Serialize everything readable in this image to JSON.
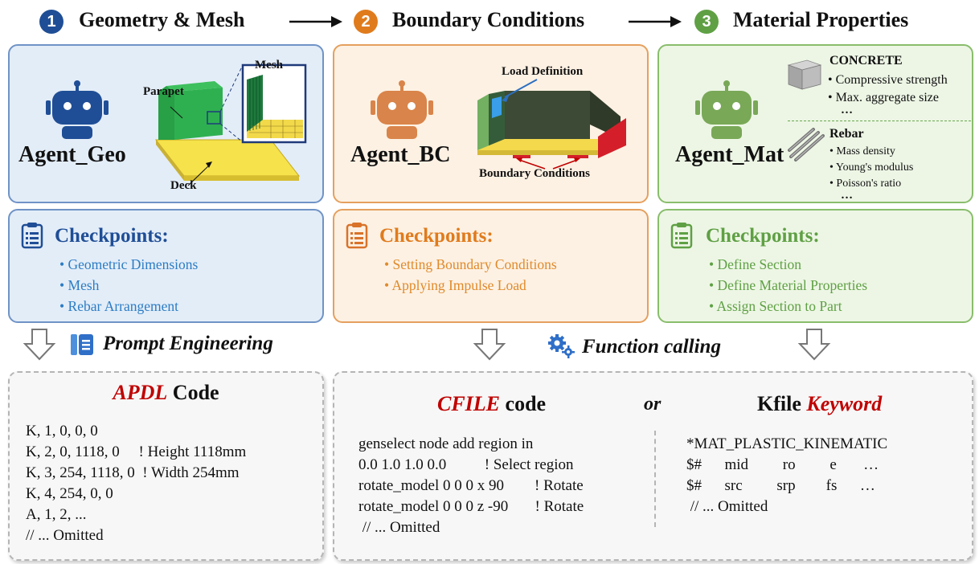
{
  "steps": [
    {
      "number": "1",
      "title": "Geometry & Mesh"
    },
    {
      "number": "2",
      "title": "Boundary Conditions"
    },
    {
      "number": "3",
      "title": "Material Properties"
    }
  ],
  "colors": {
    "geo": "#1f4e96",
    "bc": "#e07b1c",
    "mat": "#5fa044",
    "red": "#c00000"
  },
  "agents": {
    "geo": {
      "name": "Agent_Geo",
      "labels": {
        "mesh": "Mesh",
        "parapet": "Parapet",
        "deck": "Deck"
      }
    },
    "bc": {
      "name": "Agent_BC",
      "labels": {
        "load": "Load Definition",
        "boundary": "Boundary Conditions"
      }
    },
    "mat": {
      "name": "Agent_Mat",
      "concrete": {
        "title": "CONCRETE",
        "items": [
          "Compressive strength",
          "Max. aggregate size"
        ],
        "more": "…"
      },
      "rebar": {
        "title": "Rebar",
        "items": [
          "Mass density",
          "Young's modulus",
          "Poisson's ratio"
        ],
        "more": "…"
      }
    }
  },
  "checkpoints": {
    "title": "Checkpoints:",
    "geo": [
      "Geometric Dimensions",
      "Mesh",
      "Rebar Arrangement"
    ],
    "bc": [
      "Setting Boundary Conditions",
      "Applying Impulse Load"
    ],
    "mat": [
      "Define Section",
      "Define Material Properties",
      "Assign Section to Part"
    ]
  },
  "methods": {
    "prompt": "Prompt Engineering",
    "function": "Function calling"
  },
  "code": {
    "apdl": {
      "title_em": "APDL",
      "title_rest": " Code",
      "lines": [
        "K, 1, 0, 0, 0",
        "K, 2, 0, 1118, 0     ! Height 1118mm",
        "K, 3, 254, 1118, 0  ! Width 254mm",
        "K, 4, 254, 0, 0",
        "A, 1, 2, ...",
        "// ... Omitted"
      ]
    },
    "cfile": {
      "title_em": "CFILE",
      "title_rest": " code",
      "lines": [
        "genselect node add region in",
        "0.0 1.0 1.0 0.0          ! Select region",
        "rotate_model 0 0 0 x 90        ! Rotate",
        "rotate_model 0 0 0 z -90       ! Rotate",
        " // ... Omitted"
      ]
    },
    "or_text": "or",
    "kfile": {
      "title_plain": "Kfile ",
      "title_em": "Keyword",
      "lines": [
        "*MAT_PLASTIC_KINEMATIC",
        "$#      mid         ro         e       …",
        "$#      src         srp        fs      …",
        " // ... Omitted"
      ]
    }
  }
}
